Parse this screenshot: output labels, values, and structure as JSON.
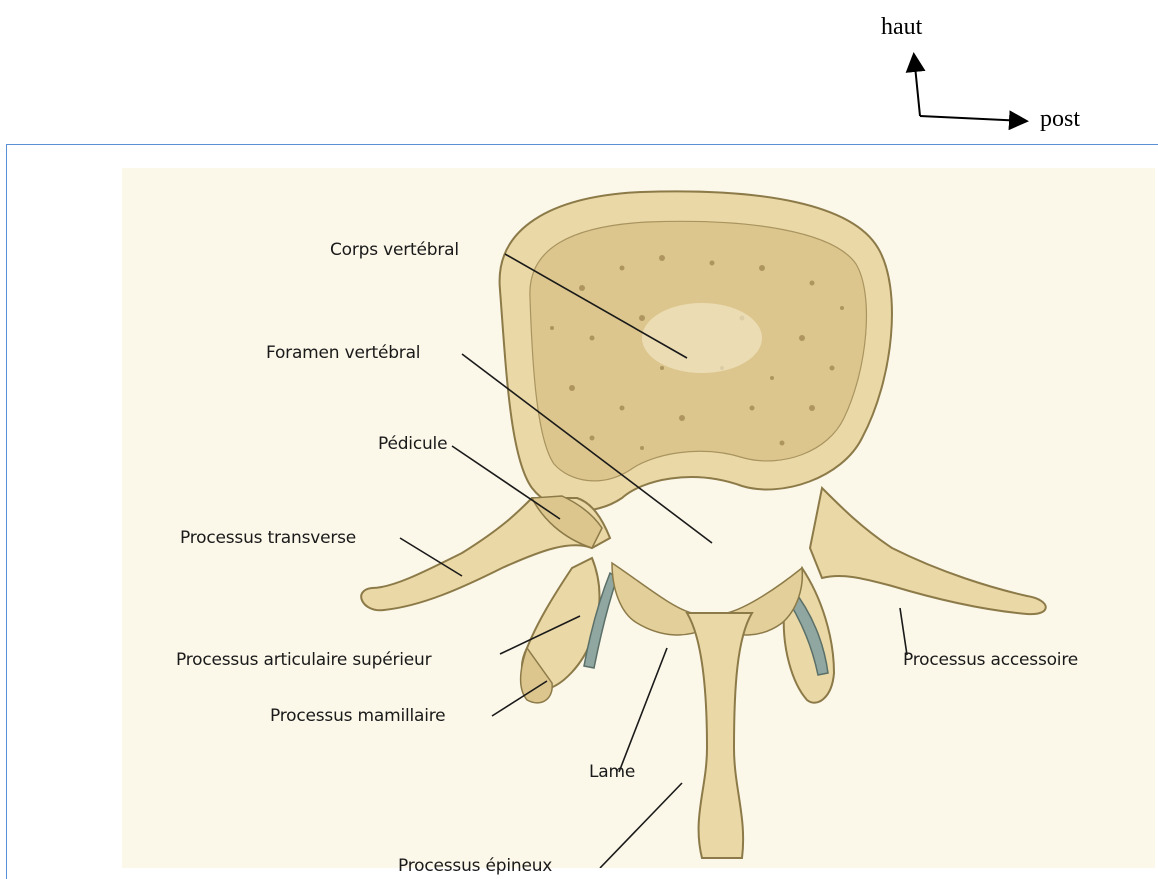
{
  "orientation": {
    "up_label": "haut",
    "posterior_label": "post"
  },
  "labels": {
    "corps_vertebral": "Corps vertébral",
    "foramen_vertebral": "Foramen vertébral",
    "pedicule": "Pédicule",
    "processus_transverse": "Processus transverse",
    "processus_articulaire_superieur": "Processus articulaire supérieur",
    "processus_mamillaire": "Processus mamillaire",
    "lame": "Lame",
    "processus_epineux": "Processus épineux",
    "processus_accessoire": "Processus accessoire"
  },
  "colors": {
    "bone": "#ead9a6",
    "bone_shadow": "#c9b47a",
    "cartilage": "#8fa7a0",
    "frame_border": "#5b8fd6",
    "figure_background": "#fbf7e9"
  }
}
